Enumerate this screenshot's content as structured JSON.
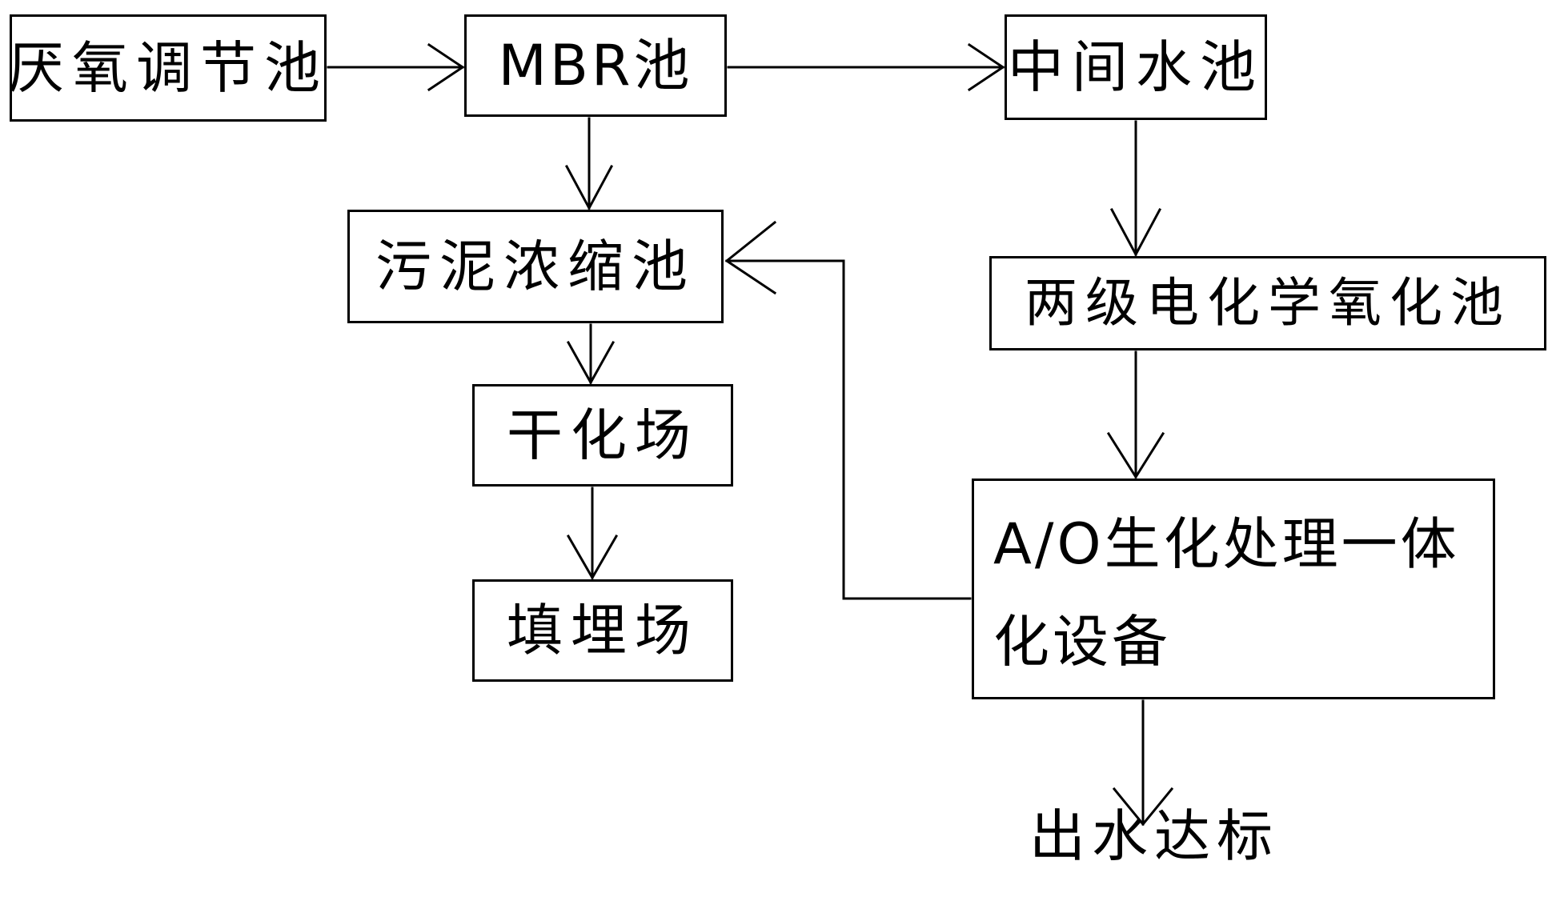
{
  "nodes": {
    "anaerobic_tank": "厌氧调节池",
    "mbr_tank": "MBR池",
    "middle_water_tank": "中间水池",
    "sludge_thickening_tank": "污泥浓缩池",
    "electrochemical_oxidation_tank": "两级电化学氧化池",
    "drying_yard": "干化场",
    "landfill": "填埋场",
    "ao_equipment": "A/O生化处理一体化设备",
    "effluent": "出水达标"
  },
  "colors": {
    "line": "#000000",
    "background": "#ffffff"
  }
}
